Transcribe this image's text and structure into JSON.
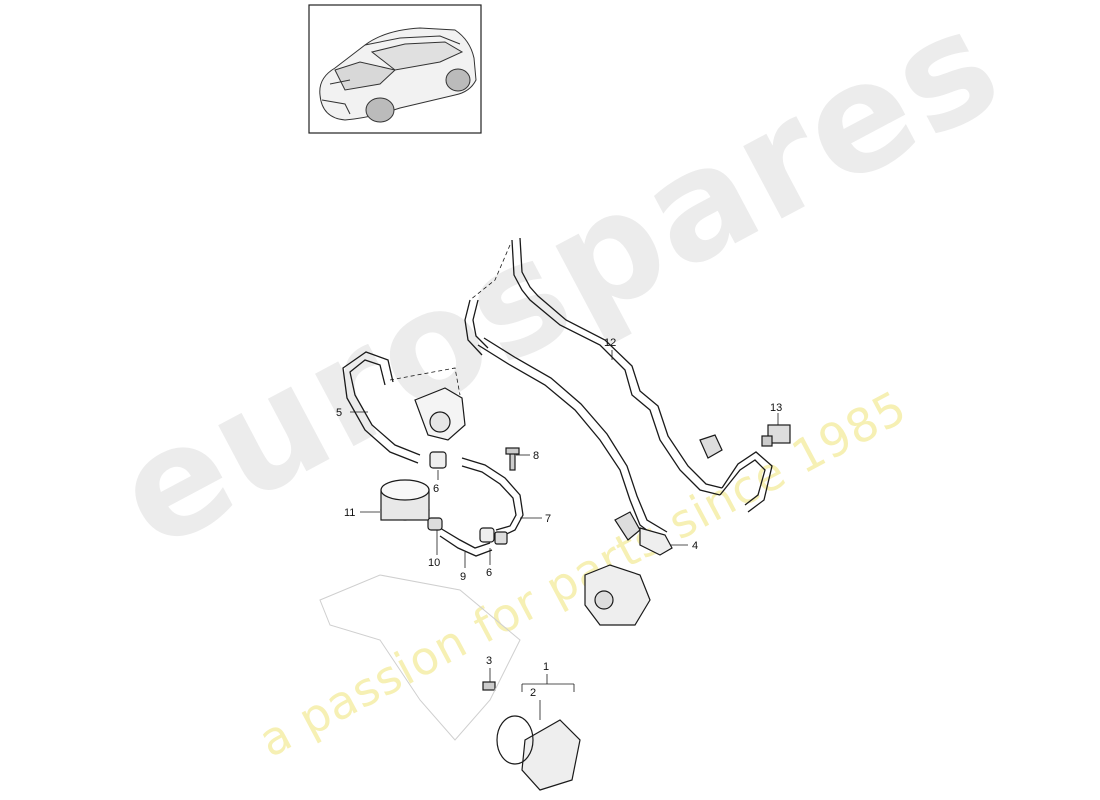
{
  "watermark": {
    "brand": "eurospares",
    "tagline": "a passion for parts since 1985"
  },
  "thumbnail": {
    "icon": "car-suv-icon"
  },
  "parts": [
    {
      "id": "1",
      "label": "1"
    },
    {
      "id": "2",
      "label": "2"
    },
    {
      "id": "3",
      "label": "3"
    },
    {
      "id": "4",
      "label": "4"
    },
    {
      "id": "5",
      "label": "5"
    },
    {
      "id": "6a",
      "label": "6"
    },
    {
      "id": "6b",
      "label": "6"
    },
    {
      "id": "7",
      "label": "7"
    },
    {
      "id": "8",
      "label": "8"
    },
    {
      "id": "9",
      "label": "9"
    },
    {
      "id": "10",
      "label": "10"
    },
    {
      "id": "11",
      "label": "11"
    },
    {
      "id": "12",
      "label": "12"
    },
    {
      "id": "13",
      "label": "13"
    }
  ],
  "colors": {
    "line": "#1a1a1a",
    "watermark_gray": "#ececec",
    "watermark_yellow": "#f6f0b4"
  }
}
